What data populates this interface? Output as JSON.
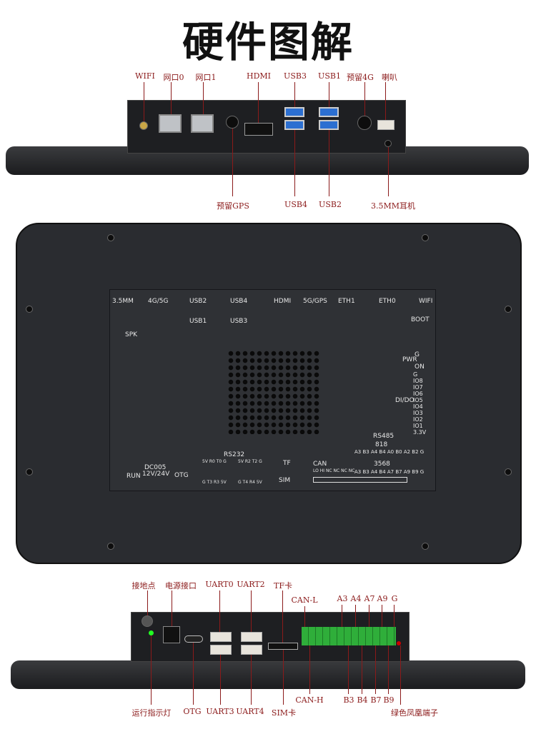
{
  "title": "硬件图解",
  "top_view": {
    "labels_top": [
      "WIFI",
      "网口0",
      "网口1",
      "HDMI",
      "USB3",
      "USB1",
      "预留4G",
      "喇叭"
    ],
    "labels_bottom": [
      "预留GPS",
      "USB4",
      "USB2",
      "3.5MM耳机"
    ]
  },
  "panel": {
    "top": [
      "3.5MM",
      "4G/5G",
      "USB2",
      "USB1",
      "USB4",
      "USB3",
      "HDMI",
      "5G/GPS",
      "ETH1",
      "ETH0",
      "WIFI",
      "BOOT",
      "SPK"
    ],
    "right": {
      "pwr": "PWR",
      "pwr_pins": [
        "G",
        "ON"
      ],
      "dido": "DI/DO",
      "dido_pins": [
        "G",
        "IO8",
        "IO7",
        "IO6",
        "IO5",
        "IO4",
        "IO3",
        "IO2",
        "IO1",
        "3.3V"
      ],
      "rs485": "RS485",
      "r818": "818",
      "r818_pins": "A3 B3 A4 B4 A0 B0 A2 B2 G",
      "r3568": "3568",
      "r3568_pins": "A3 B3 A4 B4 A7 B7 A9 B9 G"
    },
    "bottom": [
      "RUN",
      "DC005",
      "12V/24V",
      "OTG",
      "RS232",
      "5V R0 T0 G",
      "G T3 R3 5V",
      "5V R2 T2 G",
      "G T4 R4 5V",
      "TF",
      "SIM",
      "CAN",
      "LO HI NC NC NC NC"
    ]
  },
  "side_view": {
    "labels_top": [
      "接地点",
      "电源接口",
      "UART0",
      "UART2",
      "TF卡",
      "CAN-L",
      "A3",
      "A4",
      "A7",
      "A9",
      "G"
    ],
    "labels_bottom": [
      "运行指示灯",
      "OTG",
      "UART3",
      "UART4",
      "SIM卡",
      "CAN-H",
      "B3",
      "B4",
      "B7",
      "B9",
      "绿色凤凰端子"
    ]
  }
}
